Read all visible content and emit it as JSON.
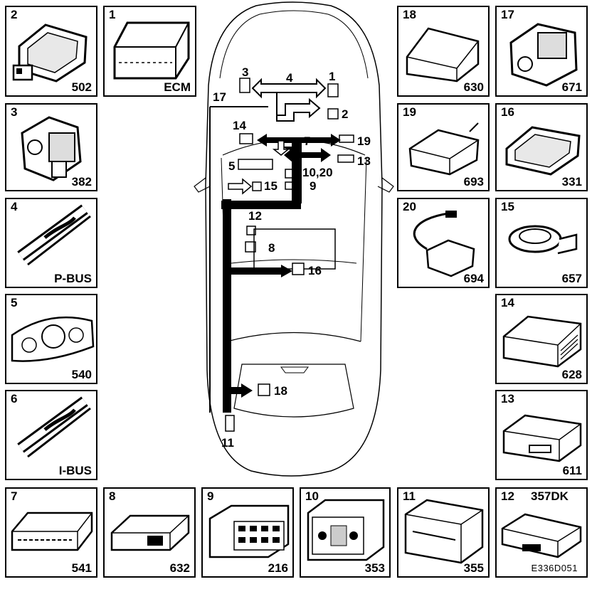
{
  "panels": {
    "p2": {
      "num": "2",
      "code": "502"
    },
    "p1": {
      "num": "1",
      "code": "ECM"
    },
    "p3": {
      "num": "3",
      "code": "382"
    },
    "p4": {
      "num": "4",
      "code": "P-BUS"
    },
    "p5": {
      "num": "5",
      "code": "540"
    },
    "p6": {
      "num": "6",
      "code": "I-BUS"
    },
    "p7": {
      "num": "7",
      "code": "541"
    },
    "p8": {
      "num": "8",
      "code": "632"
    },
    "p9": {
      "num": "9",
      "code": "216"
    },
    "p10": {
      "num": "10",
      "code": "353"
    },
    "p11": {
      "num": "11",
      "code": "355"
    },
    "p12": {
      "num": "12",
      "extra": "357DK",
      "caption": "E336D051"
    },
    "p18": {
      "num": "18",
      "code": "630"
    },
    "p17": {
      "num": "17",
      "code": "671"
    },
    "p19": {
      "num": "19",
      "code": "693"
    },
    "p16": {
      "num": "16",
      "code": "331"
    },
    "p20": {
      "num": "20",
      "code": "694"
    },
    "p15": {
      "num": "15",
      "code": "657"
    },
    "p14": {
      "num": "14",
      "code": "628"
    },
    "p13": {
      "num": "13",
      "code": "611"
    }
  },
  "car_labels": {
    "l3": "3",
    "l4": "4",
    "l1": "1",
    "l17": "17",
    "l2": "2",
    "l14": "14",
    "l7": "7",
    "l19": "19",
    "l13": "13",
    "l5": "5",
    "l1020": "10,20",
    "l15": "15",
    "l9": "9",
    "l12": "12",
    "l8": "8",
    "l16": "16",
    "l18": "18",
    "l11": "11"
  }
}
